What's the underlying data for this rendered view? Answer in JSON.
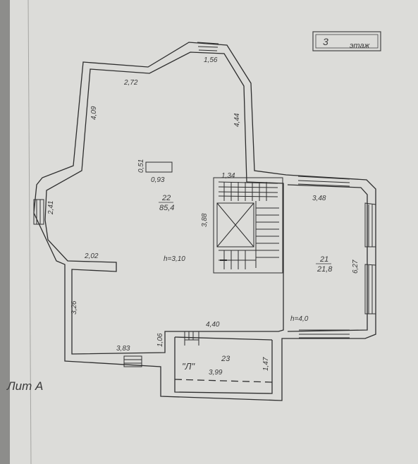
{
  "stamp": {
    "text_left": "3",
    "text_right": "этаж"
  },
  "lit_label": "Лит А",
  "rooms": [
    {
      "number": "22",
      "area": "85,4",
      "height_note": "h=3,10"
    },
    {
      "number": "21",
      "area": "21,8",
      "height_note": "h=4,0"
    },
    {
      "number": "23",
      "letter_mark": "\"Л\""
    }
  ],
  "dimensions": [
    "1,56",
    "2,72",
    "4,09",
    "4,44",
    "0,51",
    "0,93",
    "2,41",
    "2,02",
    "3,26",
    "3,83",
    "1,06",
    "1,34",
    "3,88",
    "3,48",
    "6,27",
    "4,40",
    "3,99",
    "1,47"
  ]
}
